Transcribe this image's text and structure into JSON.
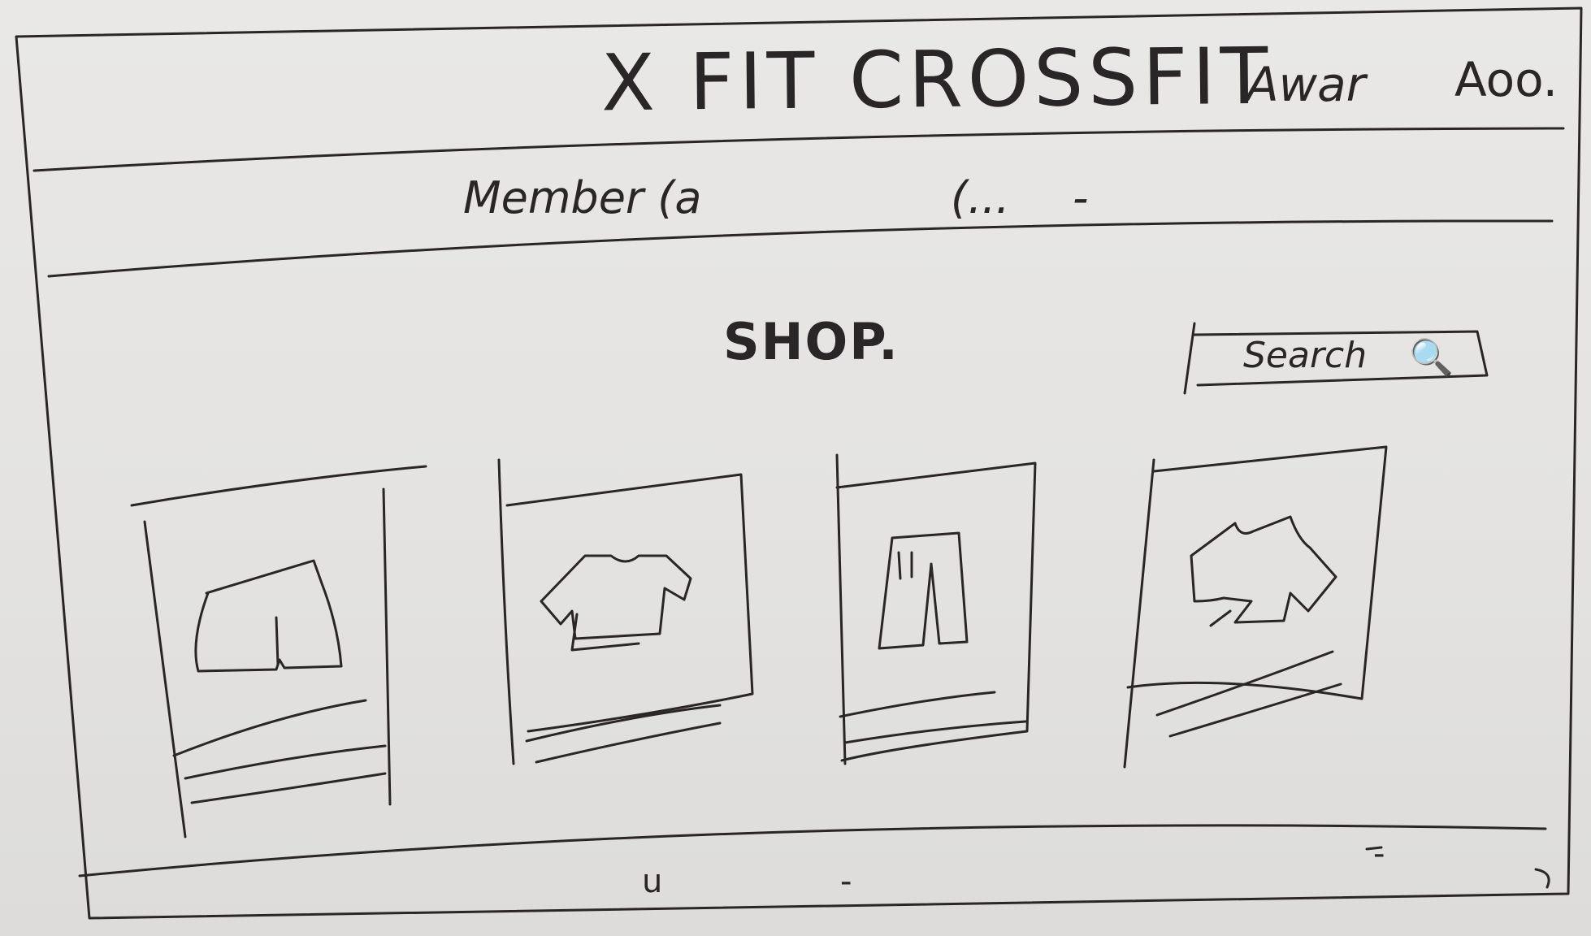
{
  "header": {
    "brand": "X FIT CROSSFIT",
    "account_label": "Awar",
    "basket_label": "Aoo."
  },
  "nav": {
    "items": [
      {
        "label": "Member (a"
      },
      {
        "label": "(..."
      },
      {
        "label": "-"
      }
    ]
  },
  "page": {
    "title": "SHOP."
  },
  "search": {
    "placeholder": "Search",
    "icon": "search-icon"
  },
  "products": [
    {
      "icon": "shorts-icon"
    },
    {
      "icon": "tshirt-icon"
    },
    {
      "icon": "leggings-icon"
    },
    {
      "icon": "tshirt-icon"
    }
  ],
  "footer": {
    "items": [
      {
        "label": "u"
      },
      {
        "label": "-"
      },
      {
        "label": "-"
      }
    ]
  }
}
